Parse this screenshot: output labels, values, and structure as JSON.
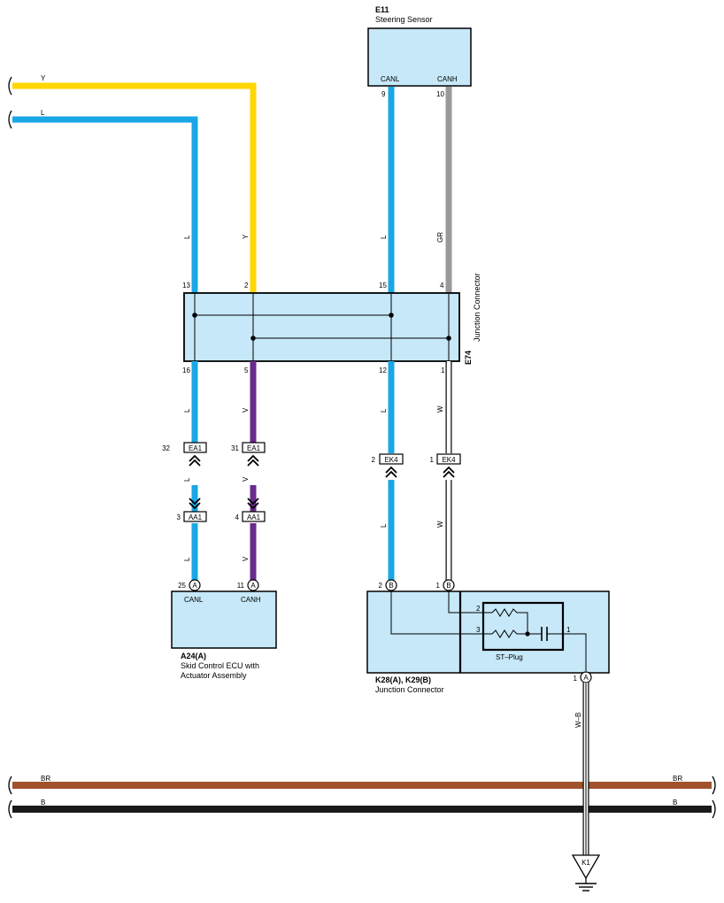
{
  "colors": {
    "yellow": "#ffd600",
    "blue": "#1aa7e6",
    "gray": "#999999",
    "purple": "#6a2a8e",
    "brown": "#a0522d",
    "black": "#1a1a1a",
    "box_fill": "#c6e8f8"
  },
  "components": {
    "steering_sensor": {
      "code": "E11",
      "name": "Steering Sensor",
      "pin_canl": "CANL",
      "pin_canh": "CANH",
      "pin_canl_no": "9",
      "pin_canh_no": "10"
    },
    "junction_e74": {
      "code": "E74",
      "name": "Junction Connector",
      "pin_top_1": "13",
      "pin_top_2": "2",
      "pin_top_3": "15",
      "pin_top_4": "4",
      "pin_bot_1": "16",
      "pin_bot_2": "5",
      "pin_bot_3": "12",
      "pin_bot_4": "1"
    },
    "skid_ecu": {
      "code": "A24(A)",
      "name_line1": "Skid Control ECU with",
      "name_line2": "Actuator Assembly",
      "pin_canl": "CANL",
      "pin_canh": "CANH",
      "pin1_no": "25",
      "pin2_no": "11",
      "conn": "A"
    },
    "junction_k28": {
      "code": "K28(A), K29(B)",
      "name": "Junction Connector",
      "pin_b1_no": "2",
      "pin_b2_no": "1",
      "conn_b": "B",
      "ground_pin_no": "1",
      "conn_a": "A"
    },
    "st_plug": {
      "name": "ST–Plug",
      "pin2": "2",
      "pin3": "3",
      "pin1": "1"
    },
    "ground": {
      "code": "K1"
    }
  },
  "connectors": {
    "ea1_l": {
      "code": "EA1",
      "pin": "32"
    },
    "ea1_r": {
      "code": "EA1",
      "pin": "31"
    },
    "aa1_l": {
      "code": "AA1",
      "pin": "3"
    },
    "aa1_r": {
      "code": "AA1",
      "pin": "4"
    },
    "ek4_l": {
      "code": "EK4",
      "pin": "2"
    },
    "ek4_r": {
      "code": "EK4",
      "pin": "1"
    }
  },
  "wire_labels": {
    "y_top": "Y",
    "l_top": "L",
    "l": "L",
    "y": "Y",
    "gr": "GR",
    "v": "V",
    "w": "W",
    "wb": "W–B",
    "br": "BR",
    "b": "B"
  }
}
